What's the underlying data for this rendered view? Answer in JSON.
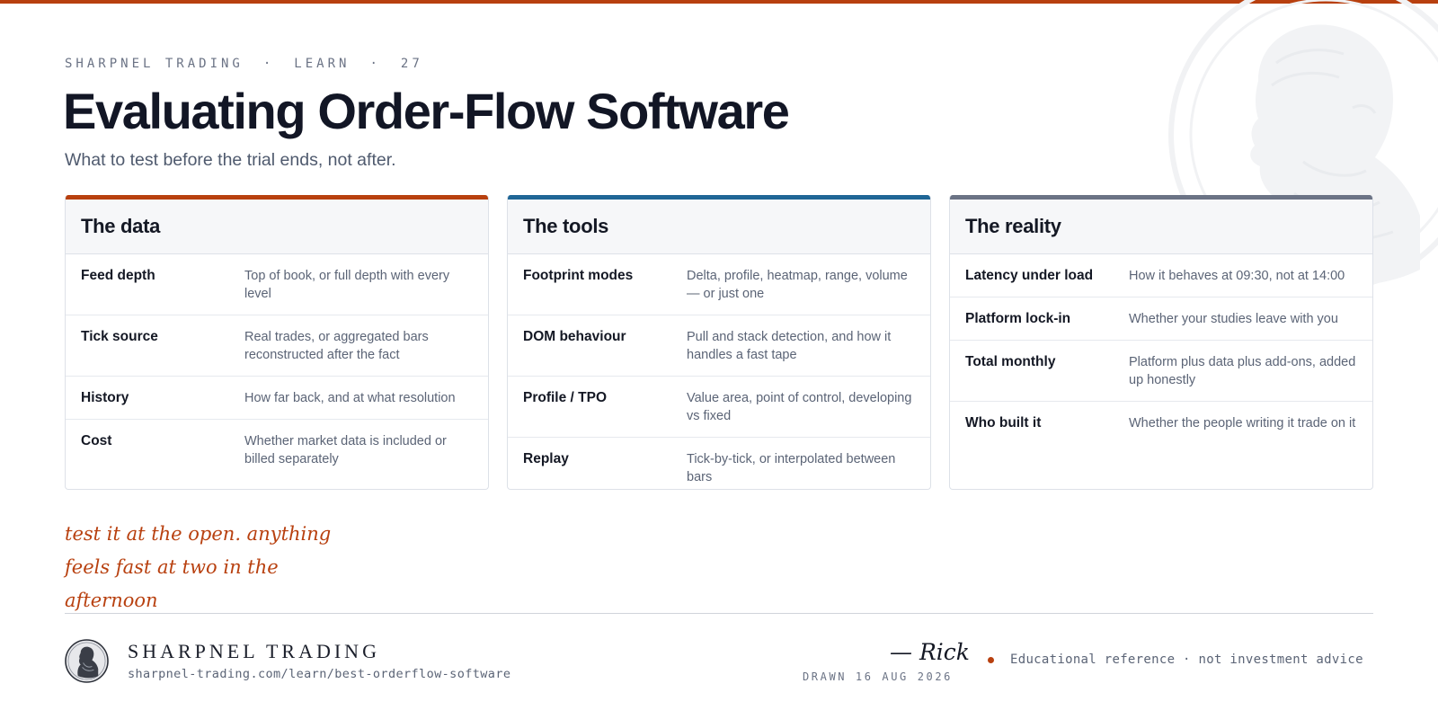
{
  "header": {
    "brand": "SHARPNEL TRADING",
    "section": "LEARN",
    "number": "27",
    "separator": "·",
    "title": "Evaluating Order-Flow Software",
    "subtitle": "What to test before the trial ends, not after."
  },
  "colors": {
    "accent": "#b8400f",
    "data_card": "#b8400f",
    "tools_card": "#1f6696",
    "reality_card": "#6b7385"
  },
  "cards": [
    {
      "title": "The data",
      "rows": [
        {
          "label": "Feed depth",
          "value": "Top of book, or full depth with every level"
        },
        {
          "label": "Tick source",
          "value": "Real trades, or aggregated bars reconstructed after the fact"
        },
        {
          "label": "History",
          "value": "How far back, and at what resolution"
        },
        {
          "label": "Cost",
          "value": "Whether market data is included or billed separately"
        }
      ]
    },
    {
      "title": "The tools",
      "rows": [
        {
          "label": "Footprint modes",
          "value": "Delta, profile, heatmap, range, volume — or just one"
        },
        {
          "label": "DOM behaviour",
          "value": "Pull and stack detection, and how it handles a fast tape"
        },
        {
          "label": "Profile / TPO",
          "value": "Value area, point of control, developing vs fixed"
        },
        {
          "label": "Replay",
          "value": "Tick-by-tick, or interpolated between bars"
        }
      ]
    },
    {
      "title": "The reality",
      "rows": [
        {
          "label": "Latency under load",
          "value": "How it behaves at 09:30, not at 14:00"
        },
        {
          "label": "Platform lock-in",
          "value": "Whether your studies leave with you"
        },
        {
          "label": "Total monthly",
          "value": "Platform plus data plus add-ons, added up honestly"
        },
        {
          "label": "Who built it",
          "value": "Whether the people writing it trade on it"
        }
      ]
    }
  ],
  "note": "test it at the open. anything feels fast at two in the afternoon",
  "footer": {
    "brand": "SHARPNEL TRADING",
    "url": "sharpnel-trading.com/learn/best-orderflow-software",
    "signature": "— Rick",
    "drawn": "DRAWN 16 AUG 2026",
    "disclaimer": "Educational reference · not investment advice"
  }
}
